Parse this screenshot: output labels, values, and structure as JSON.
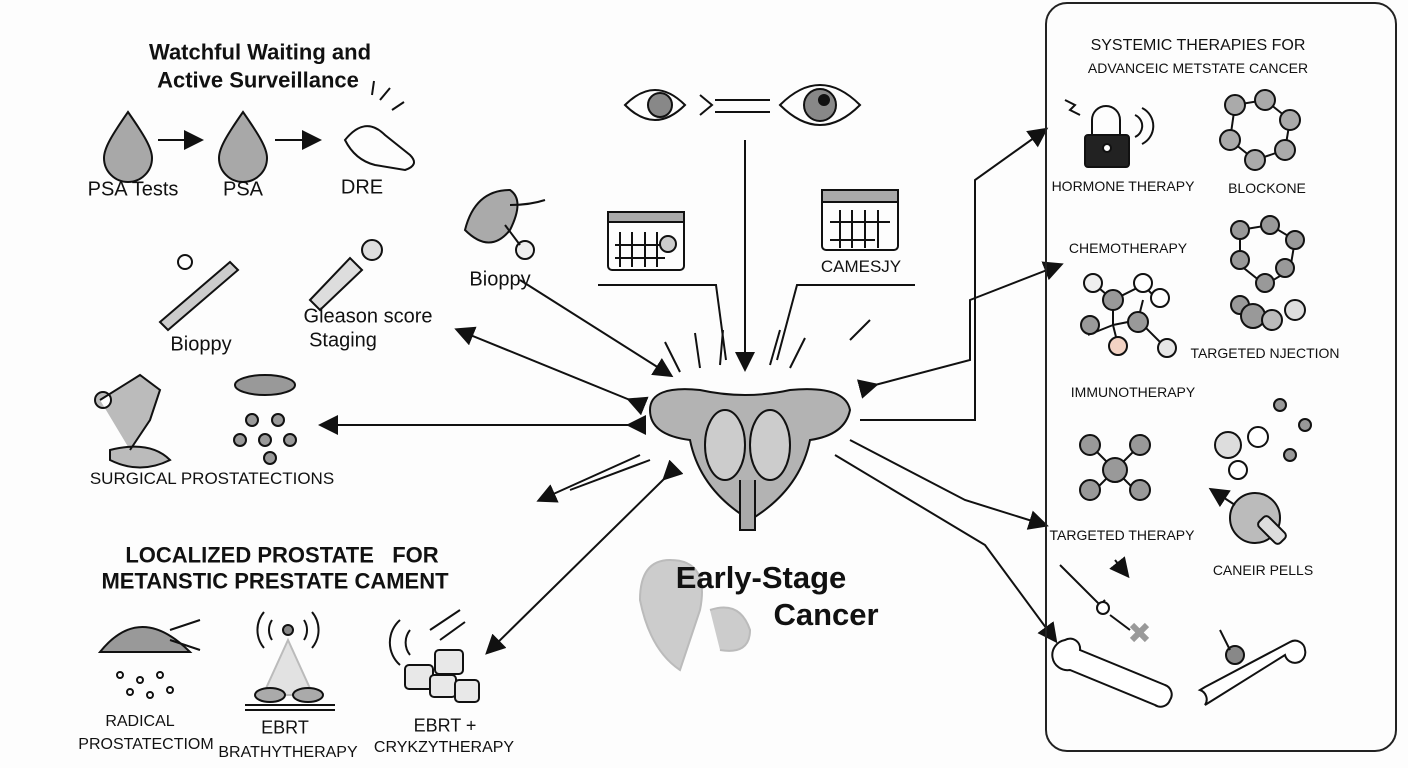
{
  "watchful": {
    "title_line1": "Watchful Waiting and",
    "title_line2": "Active Surveillance",
    "psa_tests": "PSA Tests",
    "psa": "PSA",
    "dre": "DRE",
    "biopsy": "Bioppy",
    "gleason_line1": "Gleason score",
    "gleason_line2": "Staging",
    "surgical": "SURGICAL PROSTATECTIONS"
  },
  "center": {
    "biopsy": "Bioppy",
    "calendar_label": "CAMESJY",
    "title_line1": "Early-Stage",
    "title_line2": "Cancer"
  },
  "localized": {
    "title_line1": "LOCALIZED PROSTATE   FOR",
    "title_line2": "METANSTIC PRESTATE CAMENT",
    "radical_line1": "RADICAL",
    "radical_line2": "PROSTATECTIOM",
    "ebrt_line1": "EBRT",
    "ebrt_line2": "BRATHYTHERAPY",
    "cryo_line1": "EBRT +",
    "cryo_line2": "CRYKZYTHERAPY"
  },
  "systemic": {
    "title_line1": "SYSTEMIC THERAPIES FOR",
    "title_line2": "ADVANCEIC METSTATE CANCER",
    "hormone": "HORMONE THERAPY",
    "blockone": "BLOCKONE",
    "chemo": "CHEMOTHERAPY",
    "targeted_injection": "TARGETED NJECTION",
    "immuno": "IMMUNOTHERAPY",
    "targeted_therapy": "TARGETED THERAPY",
    "cancer_cells": "CANEIR PELLS"
  },
  "colors": {
    "ink": "#111111",
    "fill": "#9a9a9a",
    "light": "#d6d6d6",
    "accent": "#f3d3c4"
  }
}
